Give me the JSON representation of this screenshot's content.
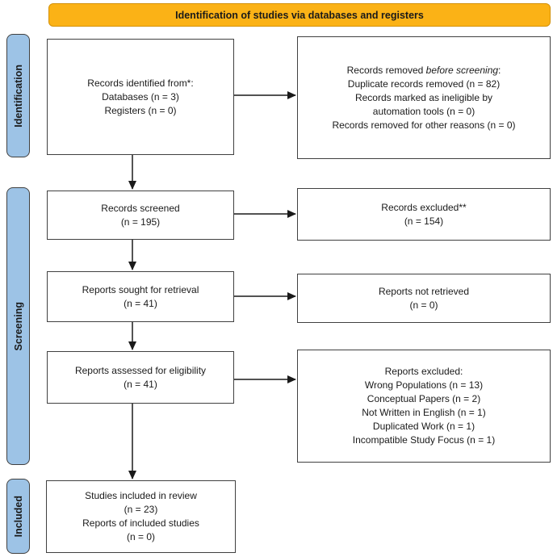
{
  "banner": {
    "label": "Identification of studies via databases and registers"
  },
  "sidebar": {
    "stages": [
      {
        "label": "Identification"
      },
      {
        "label": "Screening"
      },
      {
        "label": "Included"
      }
    ]
  },
  "boxes": {
    "records_identified": {
      "lines": [
        "Records identified from*:",
        "Databases (n = 3)",
        "Registers (n = 0)"
      ]
    },
    "records_removed": {
      "line1_prefix": "Records removed ",
      "line1_italic": "before screening",
      "line1_suffix": ":",
      "lines": [
        "Duplicate records removed (n = 82)",
        "Records marked as ineligible by",
        "automation tools (n = 0)",
        "Records removed for other reasons (n = 0)"
      ]
    },
    "records_screened": {
      "lines": [
        "Records screened",
        "(n = 195)"
      ]
    },
    "records_excluded": {
      "lines": [
        "Records excluded**",
        "(n = 154)"
      ]
    },
    "reports_sought": {
      "lines": [
        "Reports sought for retrieval",
        "(n = 41)"
      ]
    },
    "reports_not_retrieved": {
      "lines": [
        "Reports not retrieved",
        "(n = 0)"
      ]
    },
    "reports_assessed": {
      "lines": [
        "Reports assessed for eligibility",
        "(n = 41)"
      ]
    },
    "reports_excluded": {
      "lines": [
        "Reports excluded:",
        "Wrong Populations (n = 13)",
        "Conceptual Papers (n = 2)",
        "Not Written in English (n = 1)",
        "Duplicated Work (n = 1)",
        "Incompatible Study Focus (n = 1)"
      ]
    },
    "studies_included": {
      "lines": [
        "Studies included in review",
        "(n = 23)",
        "Reports of included studies",
        "(n = 0)"
      ]
    }
  },
  "colors": {
    "banner_bg": "#FBB216",
    "banner_border": "#D4920A",
    "stage_bg": "#9DC3E6",
    "box_border": "#404040",
    "arrow": "#1A1A1A",
    "text": "#1A1A1A",
    "background": "#FFFFFF"
  }
}
